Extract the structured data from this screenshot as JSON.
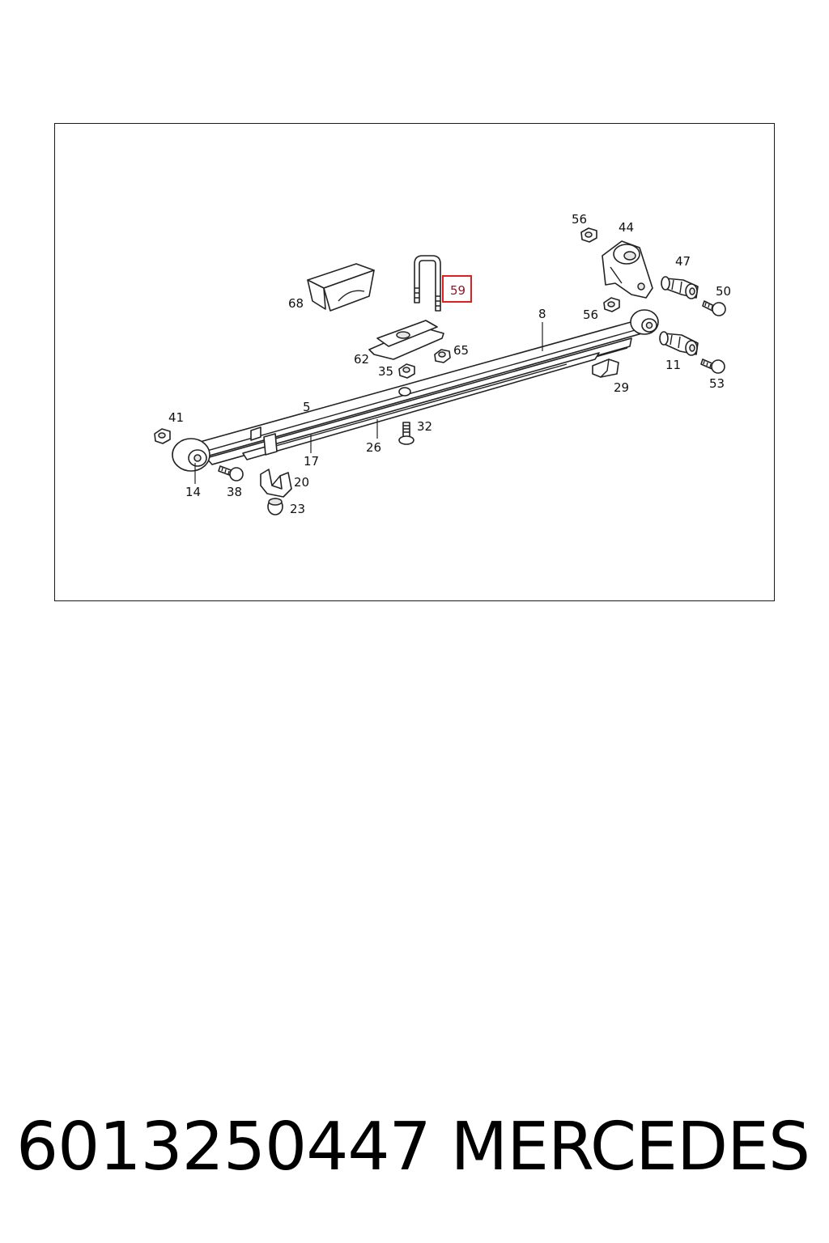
{
  "diagram": {
    "callouts": [
      {
        "id": "56a",
        "text": "56"
      },
      {
        "id": "44",
        "text": "44"
      },
      {
        "id": "47",
        "text": "47"
      },
      {
        "id": "50",
        "text": "50"
      },
      {
        "id": "59",
        "text": "59",
        "highlighted": true
      },
      {
        "id": "68",
        "text": "68"
      },
      {
        "id": "8",
        "text": "8"
      },
      {
        "id": "56b",
        "text": "56"
      },
      {
        "id": "62",
        "text": "62"
      },
      {
        "id": "65",
        "text": "65"
      },
      {
        "id": "35",
        "text": "35"
      },
      {
        "id": "11",
        "text": "11"
      },
      {
        "id": "53",
        "text": "53"
      },
      {
        "id": "29",
        "text": "29"
      },
      {
        "id": "5",
        "text": "5"
      },
      {
        "id": "41",
        "text": "41"
      },
      {
        "id": "32",
        "text": "32"
      },
      {
        "id": "26",
        "text": "26"
      },
      {
        "id": "17",
        "text": "17"
      },
      {
        "id": "14",
        "text": "14"
      },
      {
        "id": "38",
        "text": "38"
      },
      {
        "id": "20",
        "text": "20"
      },
      {
        "id": "23",
        "text": "23"
      }
    ],
    "highlight_color": "#e02020"
  },
  "footer": {
    "part_number": "6013250447",
    "brand": "MERCEDES"
  }
}
